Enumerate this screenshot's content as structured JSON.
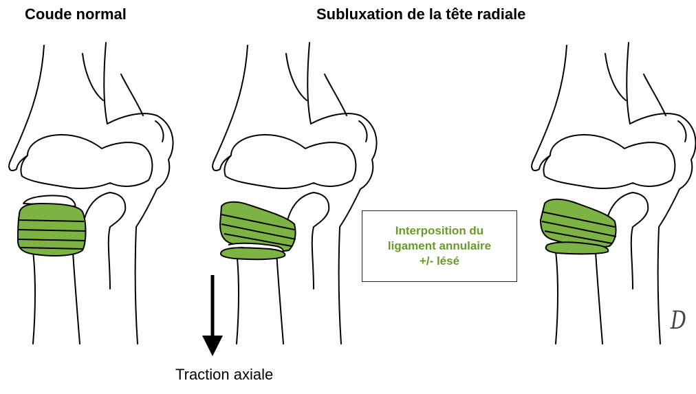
{
  "titles": {
    "normal": "Coude normal",
    "subluxation": "Subluxation de la tête radiale"
  },
  "callout": {
    "lines": [
      "Interposition du",
      "ligament annulaire",
      "+/- lésé"
    ]
  },
  "traction_label": "Traction axiale",
  "signature": "D",
  "panels": [
    {
      "id": "normal",
      "ligament_state": "encircling radial head"
    },
    {
      "id": "subluxation-traction",
      "ligament_state": "slipped over radial head"
    },
    {
      "id": "subluxation",
      "ligament_state": "interposed in joint"
    }
  ],
  "colors": {
    "ligament": "#7cb342",
    "callout_text": "#6a9a2a",
    "outline": "#000000",
    "bone_fill": "#ffffff"
  },
  "icons": {
    "traction": "down-arrow-icon"
  }
}
